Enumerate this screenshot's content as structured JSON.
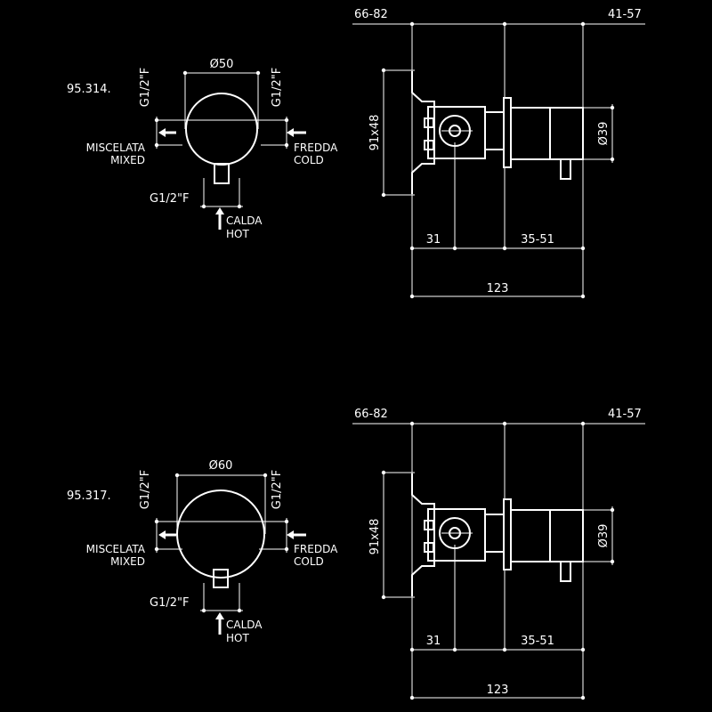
{
  "colors": {
    "background": "#000000",
    "foreground": "#ffffff"
  },
  "panels": [
    {
      "code": "95.314.",
      "plate_diameter": "Ø50",
      "thread_left": "G1/2\"F",
      "thread_right": "G1/2\"F",
      "thread_bottom": "G1/2\"F",
      "mixed_it": "MISCELATA",
      "mixed_en": "MIXED",
      "cold_it": "FREDDA",
      "cold_en": "COLD",
      "hot_it": "CALDA",
      "hot_en": "HOT",
      "side": {
        "dim_top_left": "66-82",
        "dim_top_right": "41-57",
        "dim_height": "91x48",
        "dim_handle_diameter": "Ø39",
        "dim_bottom_left": "31",
        "dim_bottom_right": "35-51",
        "dim_total": "123"
      }
    },
    {
      "code": "95.317.",
      "plate_diameter": "Ø60",
      "thread_left": "G1/2\"F",
      "thread_right": "G1/2\"F",
      "thread_bottom": "G1/2\"F",
      "mixed_it": "MISCELATA",
      "mixed_en": "MIXED",
      "cold_it": "FREDDA",
      "cold_en": "COLD",
      "hot_it": "CALDA",
      "hot_en": "HOT",
      "side": {
        "dim_top_left": "66-82",
        "dim_top_right": "41-57",
        "dim_height": "91x48",
        "dim_handle_diameter": "Ø39",
        "dim_bottom_left": "31",
        "dim_bottom_right": "35-51",
        "dim_total": "123"
      }
    }
  ]
}
